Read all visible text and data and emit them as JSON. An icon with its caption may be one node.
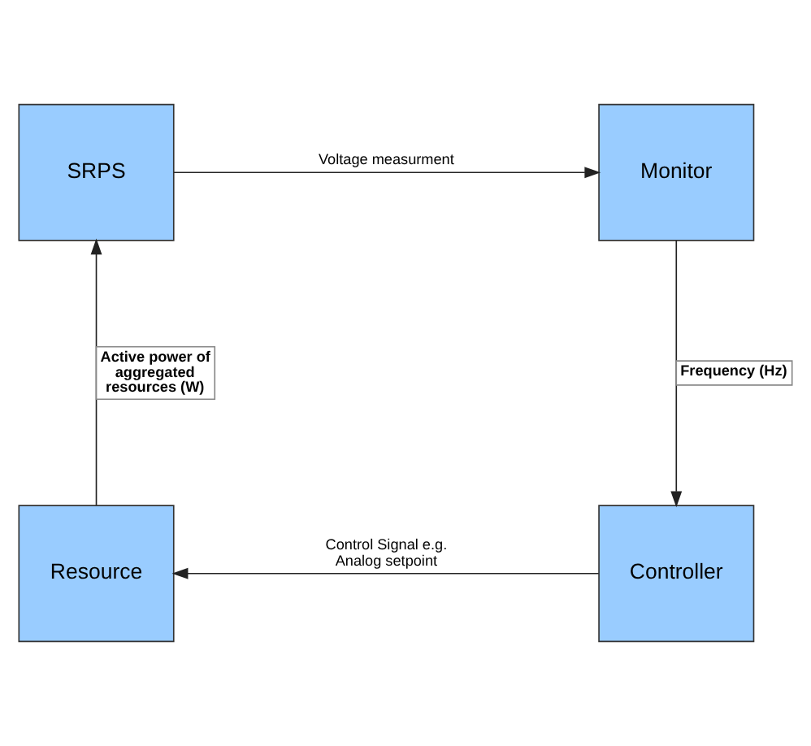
{
  "diagram": {
    "nodes": [
      {
        "text": [
          "SRPS"
        ]
      },
      {
        "text": [
          "Monitor"
        ]
      },
      {
        "text": [
          "Resource"
        ]
      },
      {
        "text": [
          "Controller"
        ]
      }
    ],
    "edges": [
      {
        "from": 0,
        "to": 1,
        "arrow": "to",
        "label": "Voltage measurment"
      },
      {
        "from": 1,
        "to": 3,
        "arrow": "to",
        "label": "Frequency (Hz)"
      },
      {
        "from": 3,
        "to": 2,
        "arrow": "to",
        "label": "Control Signal e.g. Analog setpoint"
      },
      {
        "from": 2,
        "to": 0,
        "arrow": "to",
        "label": "Active power of aggregated resources (W)"
      }
    ]
  }
}
